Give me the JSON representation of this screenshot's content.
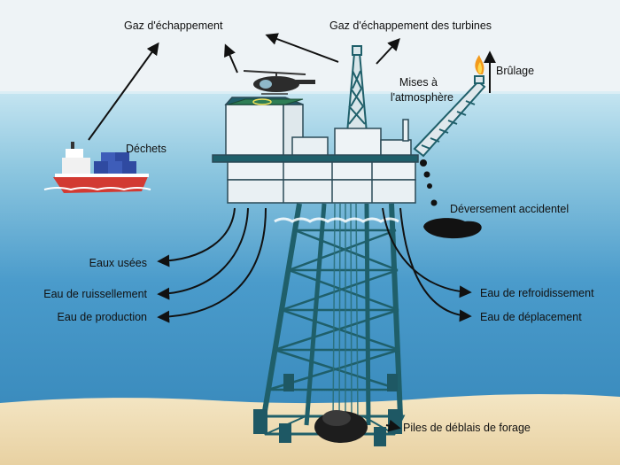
{
  "labels": {
    "gaz_left": "Gaz d'échappement",
    "gaz_turbines": "Gaz d'échappement des turbines",
    "brulage": "Brûlage",
    "mises_line1": "Mises à",
    "mises_line2": "l'atmosphère",
    "dechets": "Déchets",
    "deversement": "Déversement accidentel",
    "eaux_usees": "Eaux usées",
    "eau_ruissellement": "Eau de ruissellement",
    "eau_production": "Eau de production",
    "eau_refroidissement": "Eau de refroidissement",
    "eau_deplacement": "Eau de déplacement",
    "piles": "Piles de déblais de forage"
  },
  "colors": {
    "sky": "#eef3f6",
    "sea_surface": "#bfe1ee",
    "sea_deep": "#3f93c4",
    "seabed": "#f1dfb6",
    "structure": "#226570",
    "deck": "#e9f0f3",
    "vessel_hull": "#d23a32",
    "oil": "#121212",
    "flame": "#f39a1c"
  }
}
